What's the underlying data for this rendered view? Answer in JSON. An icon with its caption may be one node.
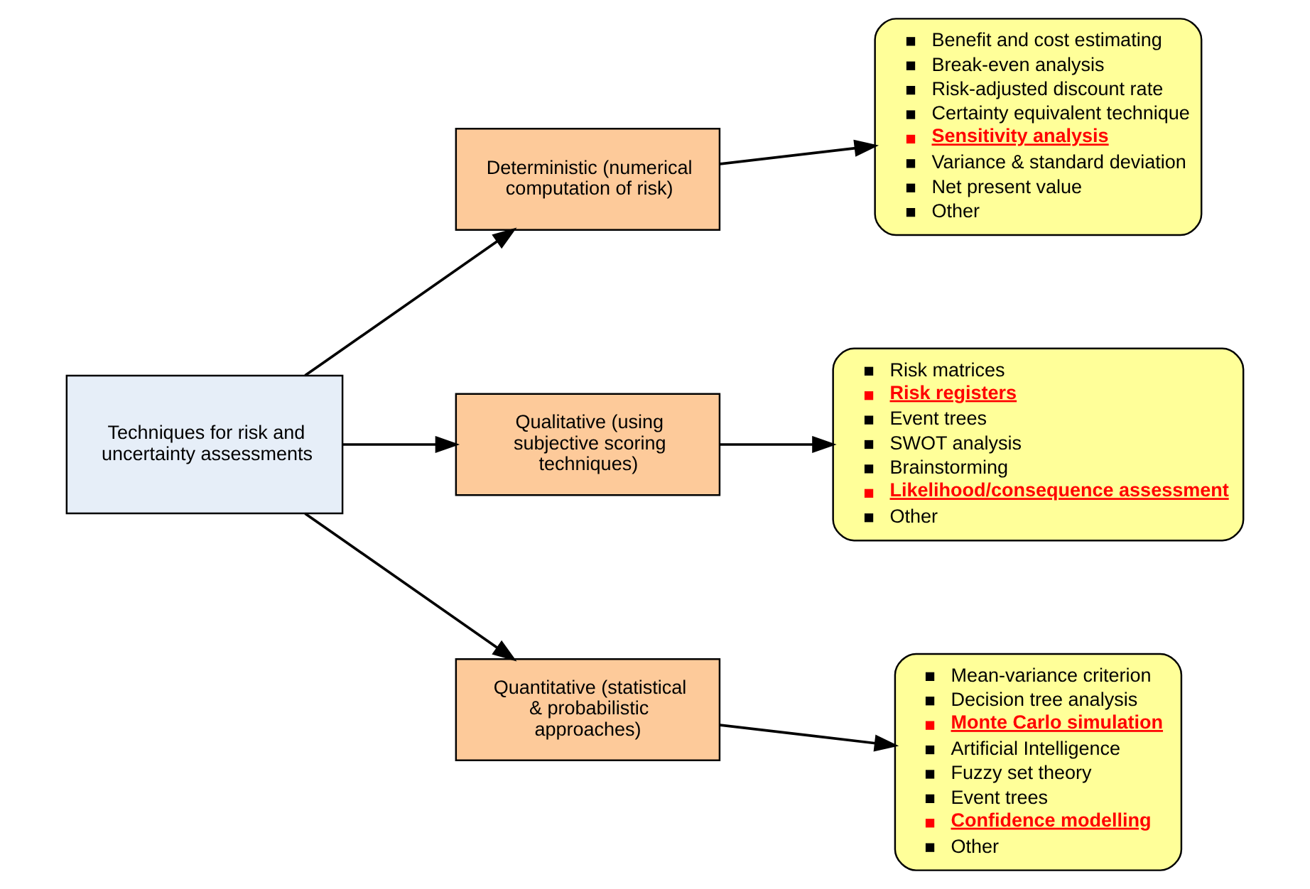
{
  "diagram": {
    "nodes": [
      {
        "text": [
          "Techniques for risk and uncertainty assessments"
        ]
      },
      {
        "text": [
          "Deterministic (numerical computation of risk)"
        ]
      },
      {
        "text": [
          "Benefit and cost estimating",
          "Break-even analysis",
          "Risk-adjusted discount rate",
          "Certainty equivalent technique",
          "Sensitivity analysis",
          "Variance & standard deviation",
          "Net present value",
          "Other"
        ]
      },
      {
        "text": [
          "Qualitative (using subjective scoring techniques)"
        ]
      },
      {
        "text": [
          "Risk matrices",
          "Risk registers",
          "Event trees",
          "SWOT analysis",
          "Brainstorming",
          "Likelihood/consequence assessment",
          "Other"
        ]
      },
      {
        "text": [
          "Quantitative (statistical & probabilistic approaches)"
        ]
      },
      {
        "text": [
          "Mean-variance criterion",
          "Decision tree analysis",
          "Monte Carlo simulation",
          "Artificial Intelligence",
          "Fuzzy set theory",
          "Event trees",
          "Confidence modelling",
          "Other"
        ]
      }
    ],
    "edges": [
      {
        "from": 0,
        "to": 1,
        "arrow": "to"
      },
      {
        "from": 0,
        "to": 3,
        "arrow": "to"
      },
      {
        "from": 0,
        "to": 5,
        "arrow": "to"
      },
      {
        "from": 1,
        "to": 2,
        "arrow": "to"
      },
      {
        "from": 3,
        "to": 4,
        "arrow": "to"
      },
      {
        "from": 5,
        "to": 6,
        "arrow": "to"
      }
    ]
  }
}
